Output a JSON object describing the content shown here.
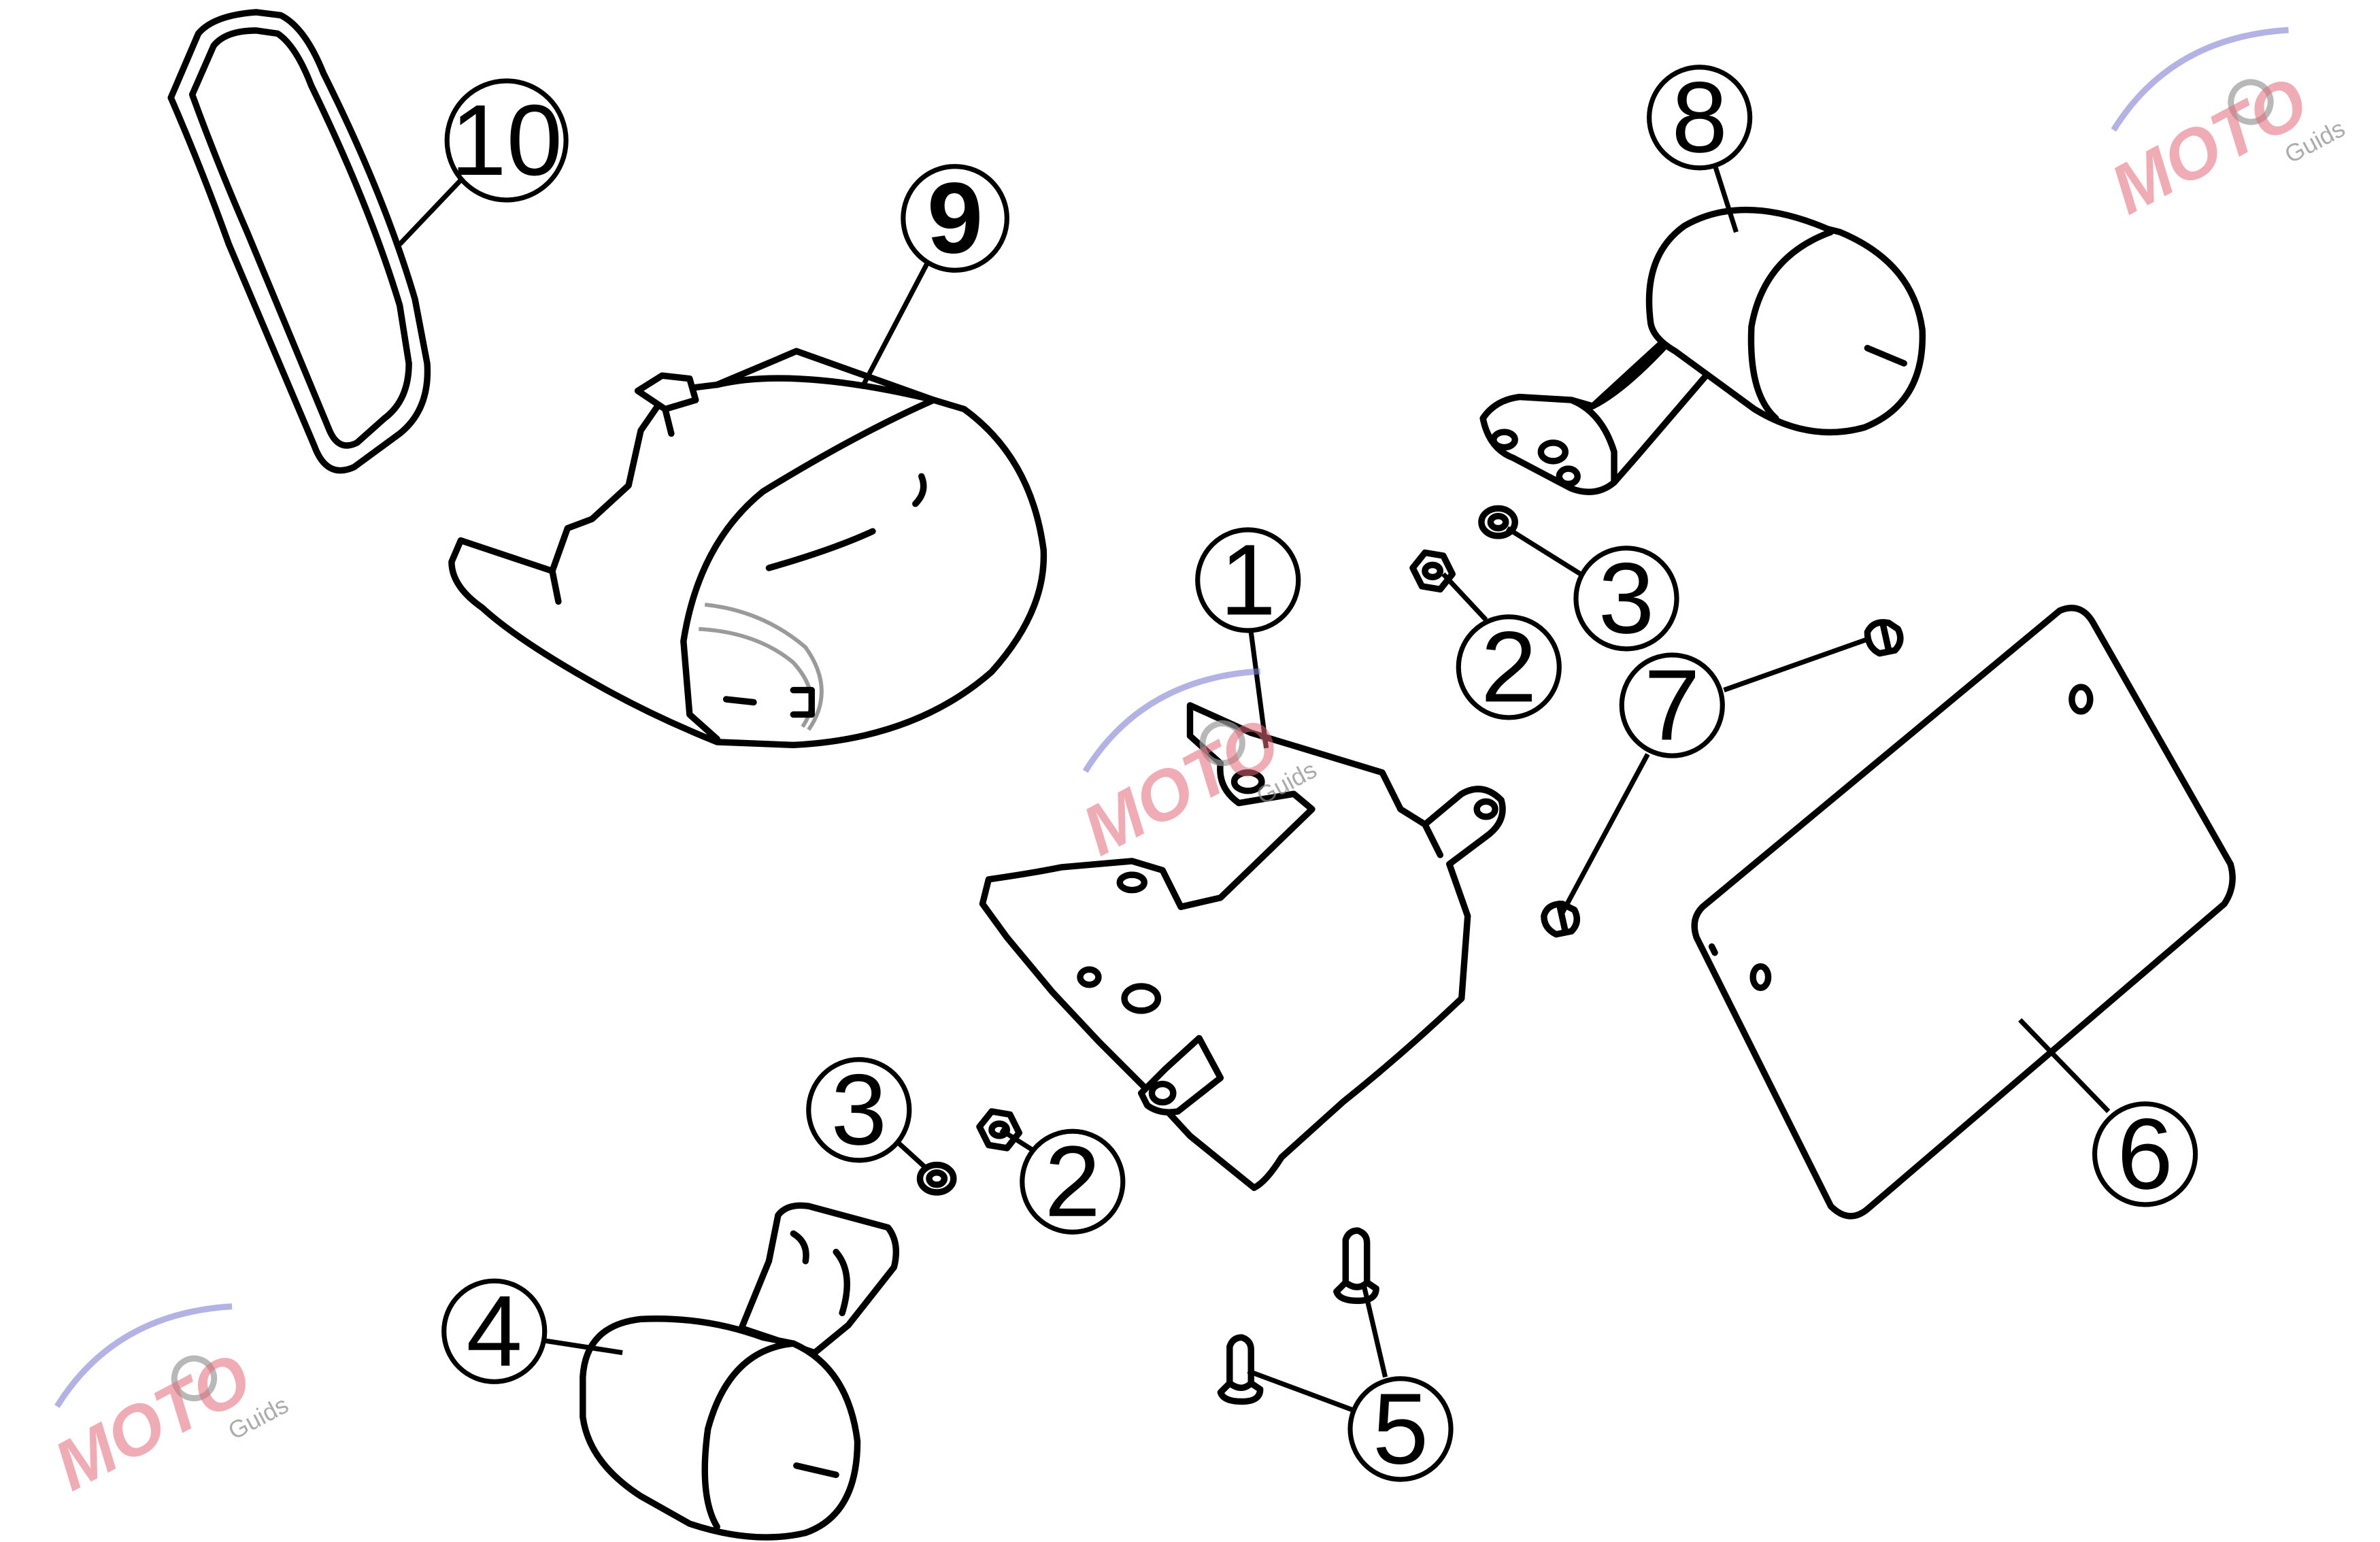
{
  "diagram": {
    "type": "exploded-parts-view",
    "callouts": [
      {
        "id": "c1",
        "number": "1",
        "part": "part-1"
      },
      {
        "id": "c2a",
        "number": "2",
        "part": "part-2-upper"
      },
      {
        "id": "c2b",
        "number": "2",
        "part": "part-2-lower"
      },
      {
        "id": "c3a",
        "number": "3",
        "part": "part-3-upper"
      },
      {
        "id": "c3b",
        "number": "3",
        "part": "part-3-lower"
      },
      {
        "id": "c4",
        "number": "4",
        "part": "part-4"
      },
      {
        "id": "c5",
        "number": "5",
        "part": "part-5"
      },
      {
        "id": "c6",
        "number": "6",
        "part": "part-6"
      },
      {
        "id": "c7",
        "number": "7",
        "part": "part-7"
      },
      {
        "id": "c8",
        "number": "8",
        "part": "part-8"
      },
      {
        "id": "c9",
        "number": "9",
        "part": "part-9"
      },
      {
        "id": "c10",
        "number": "10",
        "part": "part-10"
      }
    ]
  },
  "watermark": {
    "brand": "MOTO",
    "tagline": "Guids",
    "colors": {
      "primary": "#e26a7a",
      "secondary": "#7f7fd4",
      "gear": "#9a9a9a"
    }
  },
  "colors": {
    "line": "#000000",
    "background": "#ffffff",
    "lens_accent": "#9a9a9a"
  }
}
